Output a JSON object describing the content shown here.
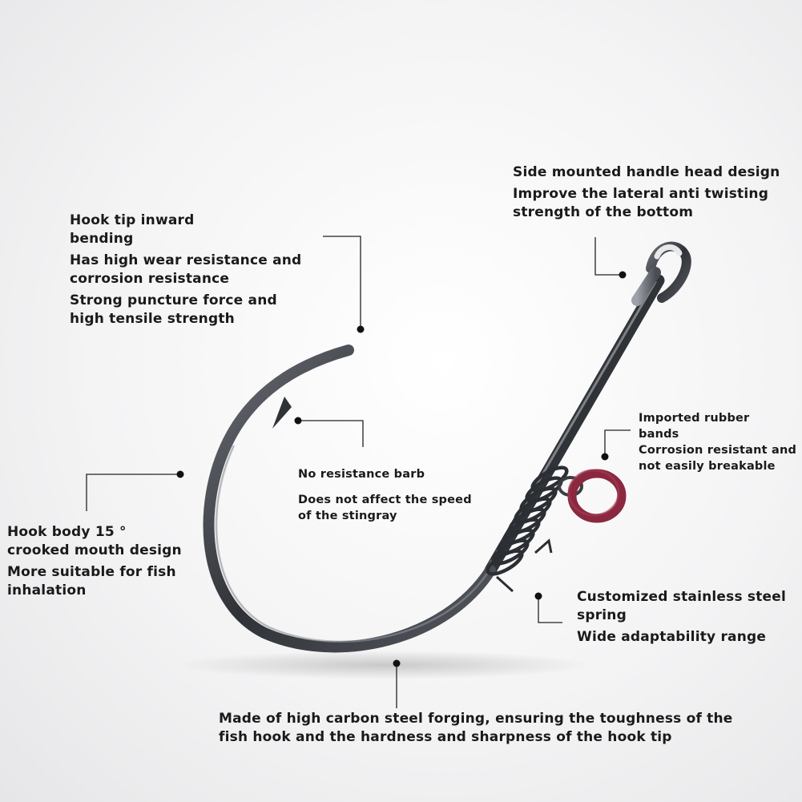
{
  "callouts": {
    "side_mounted": {
      "title": "Side mounted handle head design",
      "desc_1": "Improve the lateral anti twisting",
      "desc_2": "strength of the bottom"
    },
    "hook_tip": {
      "title_1": "Hook tip inward",
      "title_2": "bending",
      "desc_1": "Has high wear resistance and",
      "desc_2": "corrosion resistance",
      "desc_3": "Strong puncture force and",
      "desc_4": "high tensile strength"
    },
    "barb": {
      "title": "No resistance barb",
      "desc_1": "Does not affect the speed",
      "desc_2": "of the stingray"
    },
    "rubber_bands": {
      "title_1": "Imported rubber",
      "title_2": "bands",
      "desc_1": "Corrosion resistant and",
      "desc_2": "not easily breakable"
    },
    "hook_body": {
      "title_1": "Hook body 15 °",
      "title_2": "crooked mouth design",
      "desc_1": "More suitable for fish",
      "desc_2": "inhalation"
    },
    "spring": {
      "title_1": "Customized stainless steel",
      "title_2": "spring",
      "desc_1": "Wide adaptability range"
    },
    "material": {
      "line_1": "Made of high carbon steel forging, ensuring the toughness of the",
      "line_2": "fish hook and the hardness and sharpness of the hook tip"
    }
  },
  "colors": {
    "text": "#1a1a1a",
    "leader": "#222222",
    "hook_steel": "#3a3d42",
    "rubber_band": "#8a2840"
  }
}
